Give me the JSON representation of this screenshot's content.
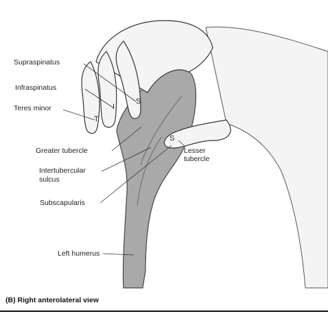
{
  "labels": {
    "supraspinatus": "Supraspinatus",
    "infraspinatus": "Infraspinatus",
    "teres_minor": "Teres minor",
    "greater_tubercle": "Greater tubercle",
    "intertubercular_line1": "Intertubercular",
    "intertubercular_line2": "sulcus",
    "lesser_line1": "Lesser",
    "lesser_line2": "tubercle",
    "subscapularis": "Subscapularis",
    "left_humerus": "Left humerus"
  },
  "finger_letters": {
    "s_top": "S",
    "i": "I",
    "t": "T",
    "s_thumb": "S"
  },
  "caption": "(B) Right anterolateral view",
  "colors": {
    "muscle_gray": "#a9a9a9",
    "skin": "#f4f4f4",
    "outline": "#333333"
  }
}
